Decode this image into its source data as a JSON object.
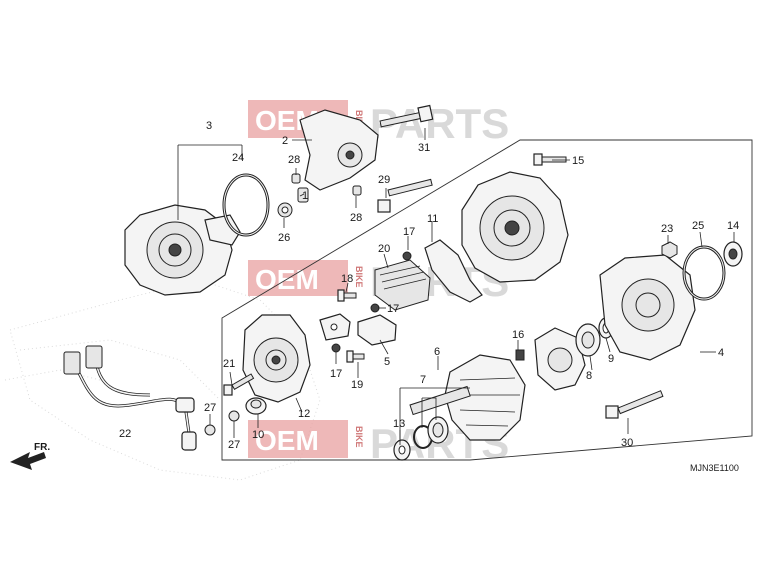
{
  "diagram": {
    "code": "MJN3E1100",
    "direction_label": "FR.",
    "part_numbers": [
      "1",
      "2",
      "3",
      "4",
      "5",
      "6",
      "7",
      "8",
      "9",
      "10",
      "11",
      "12",
      "13",
      "14",
      "15",
      "16",
      "17",
      "18",
      "19",
      "20",
      "21",
      "22",
      "23",
      "24",
      "25",
      "26",
      "27",
      "28",
      "29",
      "30",
      "31"
    ]
  },
  "watermark": {
    "oem": "OEM",
    "bike": "BIKE",
    "parts": "PARTS"
  },
  "colors": {
    "watermark_box": "#e8a0a0",
    "watermark_parts": "#d9d9d9",
    "line": "#222222"
  }
}
